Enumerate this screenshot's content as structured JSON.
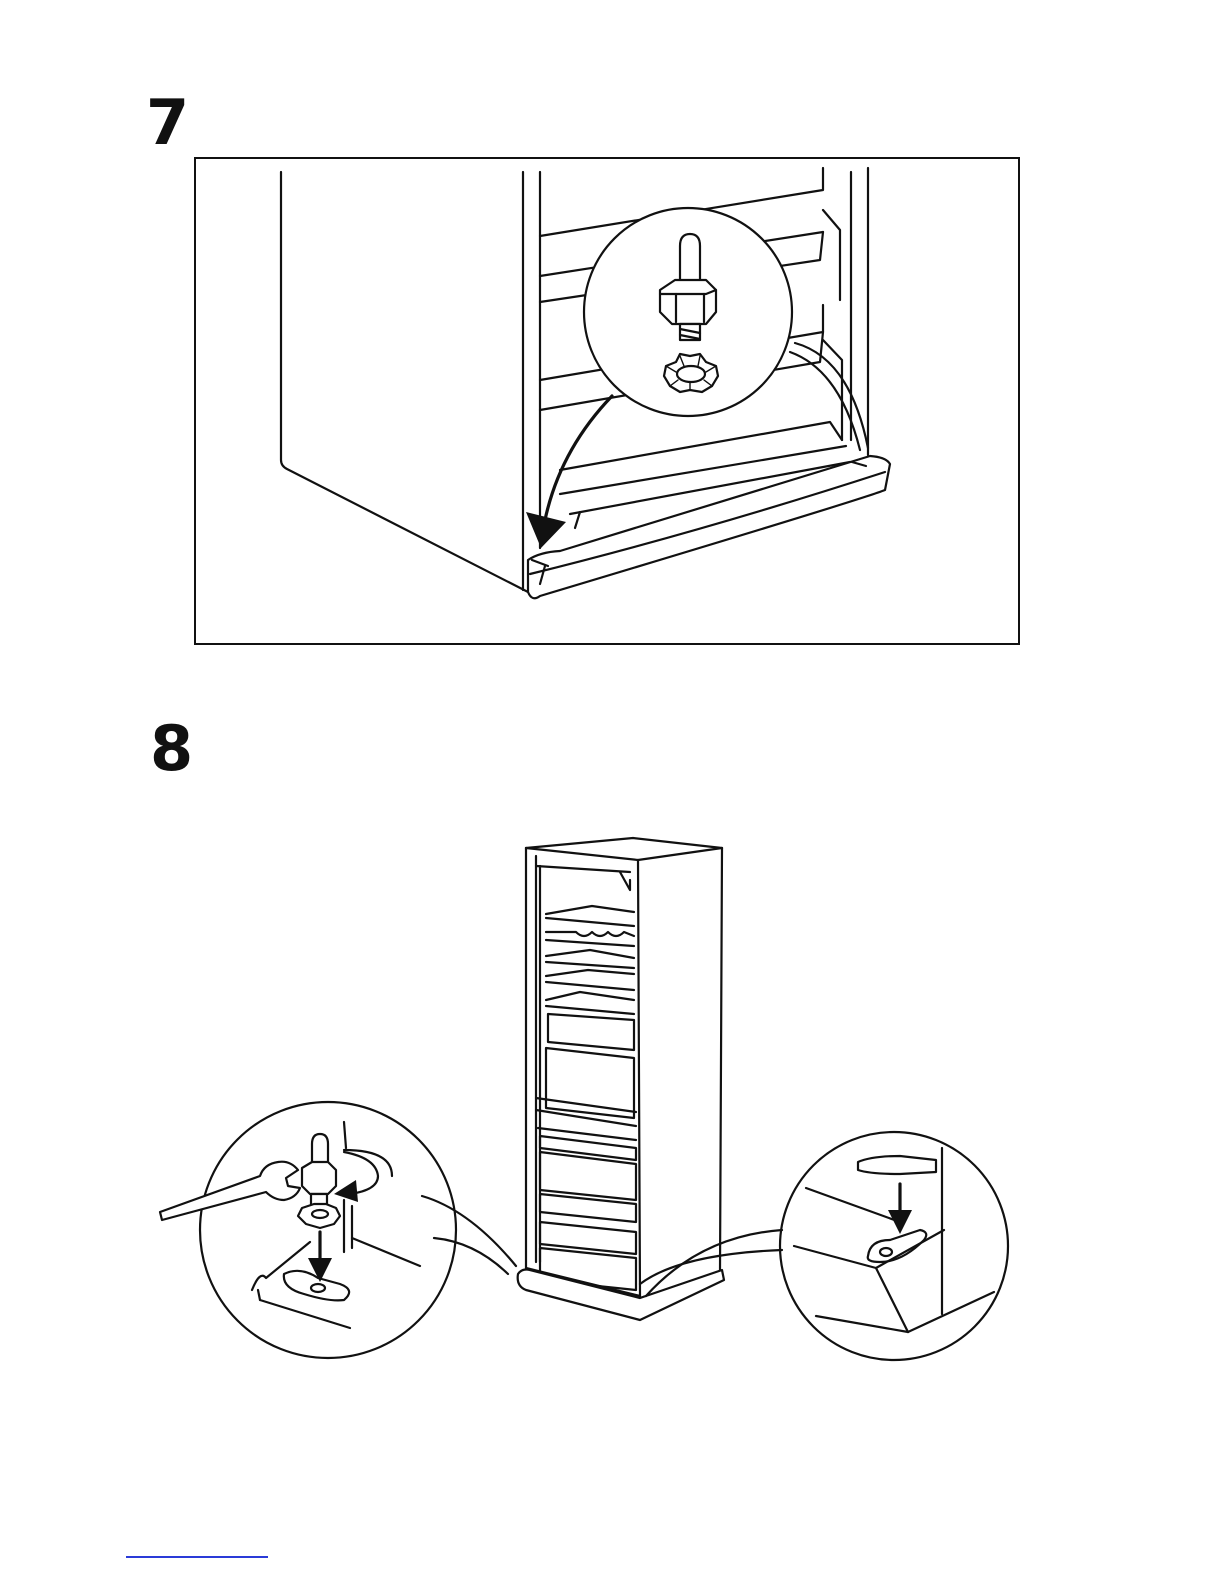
{
  "steps": [
    {
      "number": "7"
    },
    {
      "number": "8"
    }
  ],
  "icons": {
    "step7": [
      "fridge-base-illustration",
      "hinge-pin-detail-icon",
      "lock-washer-icon",
      "curved-arrow-icon"
    ],
    "step8": [
      "fridge-illustration",
      "wrench-icon",
      "rotate-arrow-icon",
      "down-arrow-icon",
      "hinge-cover-cap-icon"
    ]
  },
  "colors": {
    "ink": "#111111",
    "paper": "#ffffff",
    "link": "#2a3bd8"
  }
}
